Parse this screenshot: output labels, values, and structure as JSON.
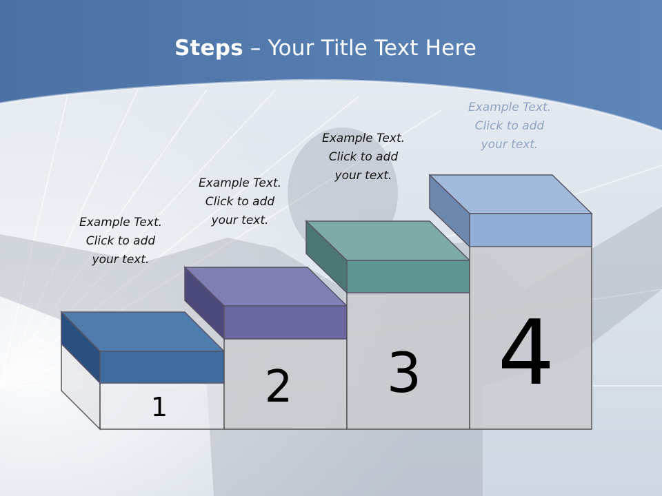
{
  "slide": {
    "title_bold": "Steps",
    "title_rest": " – Your Title Text Here"
  },
  "steps": [
    {
      "number": "1",
      "lines": [
        "Example Text.",
        "Click  to add",
        "your text."
      ],
      "color": "#3e6a9e"
    },
    {
      "number": "2",
      "lines": [
        "Example Text.",
        "Click  to add",
        "your text."
      ],
      "color": "#6b67a1"
    },
    {
      "number": "3",
      "lines": [
        "Example Text.",
        "Click  to add",
        "your text."
      ],
      "color": "#5e9592"
    },
    {
      "number": "4",
      "lines": [
        "Example Text.",
        "Click  to add",
        "your text."
      ],
      "color": "#8fadd5"
    }
  ],
  "colors": {
    "header_blue": "#4f79ad",
    "step_face": "#c9cbcf"
  }
}
